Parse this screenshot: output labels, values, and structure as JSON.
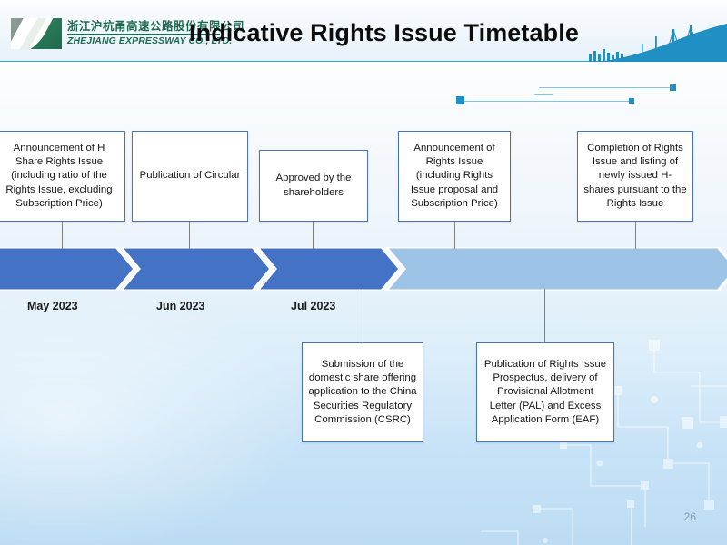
{
  "slide": {
    "title": "Indicative Rights Issue Timetable",
    "page_number": "26",
    "colors": {
      "chevron_dark": "#4472C4",
      "chevron_light": "#9DC3E6",
      "box_border": "#4A74B8",
      "header_rule": "#3F9FD0",
      "accent_blue": "#1F8FC4",
      "logo_green": "#1D6B4F"
    }
  },
  "logo": {
    "chinese": "浙江沪杭甬高速公路股份有限公司",
    "english": "ZHEJIANG EXPRESSWAY CO., LTD."
  },
  "timeline": {
    "months": [
      {
        "label": "May 2023"
      },
      {
        "label": "Jun 2023"
      },
      {
        "label": "Jul 2023"
      }
    ],
    "segments": [
      {
        "name": "may",
        "tone": "dark"
      },
      {
        "name": "jun",
        "tone": "dark"
      },
      {
        "name": "jul",
        "tone": "dark"
      },
      {
        "name": "later",
        "tone": "light"
      }
    ]
  },
  "events_above": [
    {
      "text": "Announcement of H Share Rights Issue (including ratio of the Rights Issue, excluding Subscription Price)"
    },
    {
      "text": "Publication of Circular"
    },
    {
      "text": "Approved by the shareholders"
    },
    {
      "text": "Announcement of Rights Issue (including Rights Issue proposal and Subscription Price)"
    },
    {
      "text": "Completion of Rights Issue and listing of newly issued H-shares pursuant to the Rights Issue"
    }
  ],
  "events_below": [
    {
      "text": "Submission of the domestic share offering application to the China Securities Regulatory Commission (CSRC)"
    },
    {
      "text": "Publication of Rights Issue Prospectus, delivery of Provisional Allotment Letter (PAL) and Excess Application Form (EAF)"
    }
  ]
}
